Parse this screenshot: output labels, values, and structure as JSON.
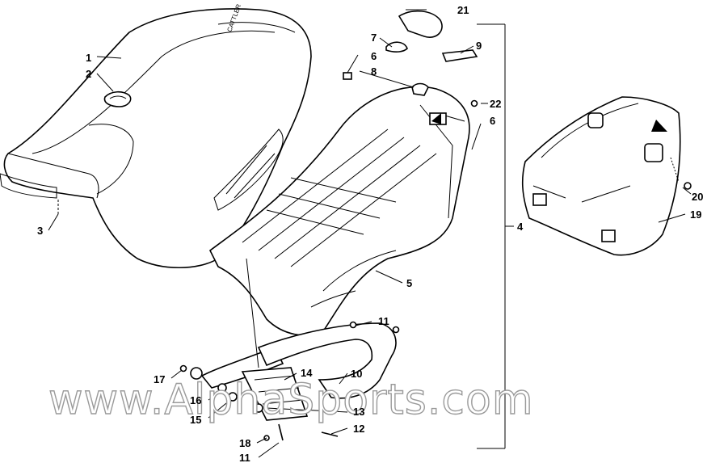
{
  "callouts": [
    {
      "id": "c1",
      "text": "1"
    },
    {
      "id": "c2",
      "text": "2"
    },
    {
      "id": "c3",
      "text": "3"
    },
    {
      "id": "c4",
      "text": "4"
    },
    {
      "id": "c5",
      "text": "5"
    },
    {
      "id": "c6a",
      "text": "6"
    },
    {
      "id": "c6b",
      "text": "6"
    },
    {
      "id": "c7",
      "text": "7"
    },
    {
      "id": "c8",
      "text": "8"
    },
    {
      "id": "c9",
      "text": "9"
    },
    {
      "id": "c10",
      "text": "10"
    },
    {
      "id": "c11a",
      "text": "11"
    },
    {
      "id": "c11b",
      "text": "11"
    },
    {
      "id": "c12",
      "text": "12"
    },
    {
      "id": "c13",
      "text": "13"
    },
    {
      "id": "c14",
      "text": "14"
    },
    {
      "id": "c15",
      "text": "15"
    },
    {
      "id": "c16",
      "text": "16"
    },
    {
      "id": "c17",
      "text": "17"
    },
    {
      "id": "c18",
      "text": "18"
    },
    {
      "id": "c19",
      "text": "19"
    },
    {
      "id": "c20",
      "text": "20"
    },
    {
      "id": "c21",
      "text": "21"
    },
    {
      "id": "c22",
      "text": "22"
    }
  ],
  "seat_logo_text": "CATTLER",
  "watermark": "www.AlphaSports.com"
}
